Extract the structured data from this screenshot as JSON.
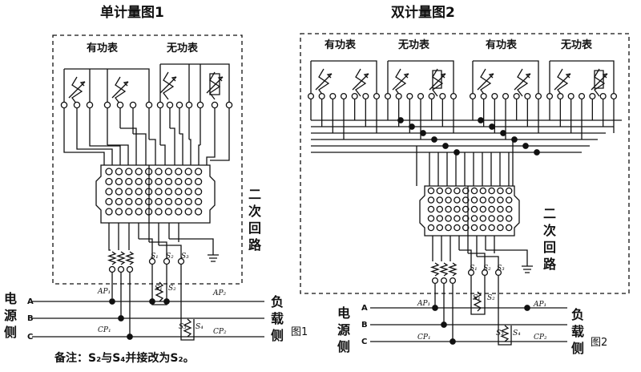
{
  "diagram1": {
    "title": "单计量图1",
    "active_meter": "有功表",
    "reactive_meter": "无功表",
    "loop_label": "二次回路",
    "source_side": "电源侧",
    "load_side": "负载侧",
    "fig_label": "图1",
    "phases": [
      "A",
      "B",
      "C"
    ],
    "ap1": "AP₁",
    "ap2": "AP₂",
    "cp1": "CP₁",
    "cp2": "CP₂",
    "s1": "S₁",
    "s2": "S₂",
    "s3": "S₃",
    "s4": "S₄"
  },
  "diagram2": {
    "title": "双计量图2",
    "active_meter_1": "有功表",
    "reactive_meter_1": "无功表",
    "active_meter_2": "有功表",
    "reactive_meter_2": "无功表",
    "loop_label": "二次回路",
    "source_side": "电源侧",
    "load_side": "负载侧",
    "fig_label": "图2",
    "phases": [
      "A",
      "B",
      "C"
    ],
    "ap1": "AP₁",
    "ap2": "AP₁",
    "cp1": "CP₁",
    "cp2": "CP₂",
    "s1": "S₁",
    "s2": "S₂",
    "s3": "S₃",
    "s4": "S₄"
  },
  "note": "备注：S₂与S₄并接改为S₂。"
}
